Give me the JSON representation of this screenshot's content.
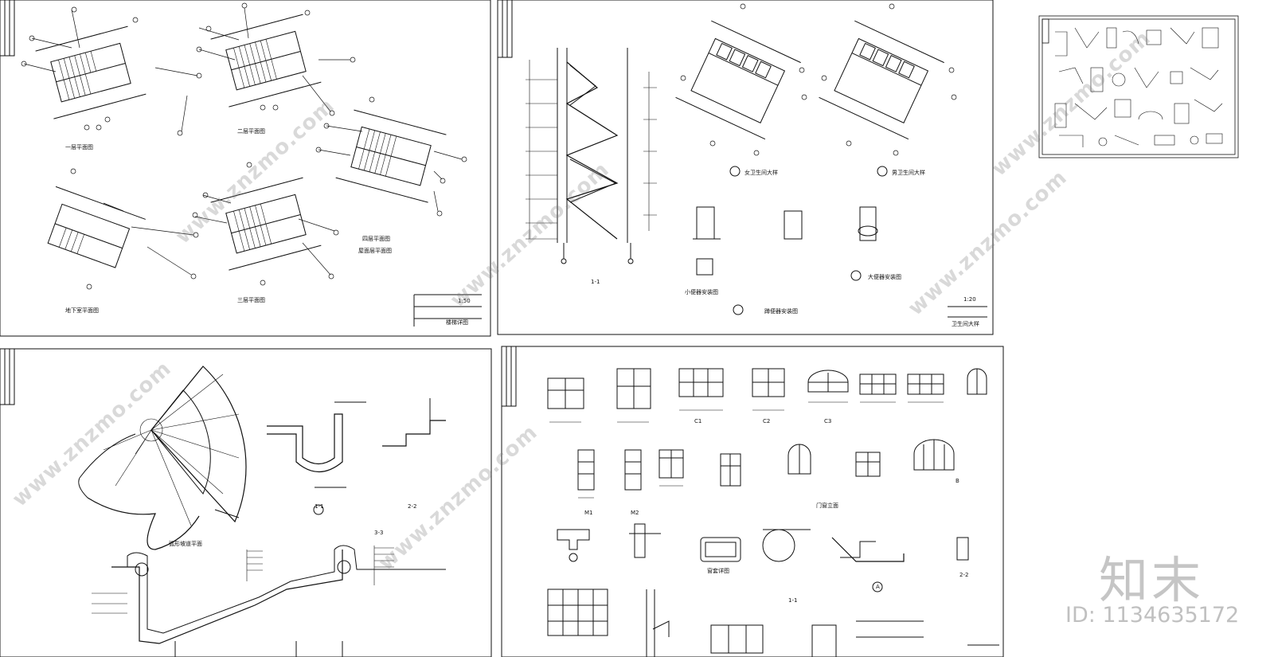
{
  "sheets": {
    "stair_plans": {
      "labels": [
        "一层平面图",
        "二层平面图",
        "三层平面图",
        "四层平面图",
        "屋面层平面图",
        "地下室平面图"
      ],
      "stamp": [
        "楼梯详图",
        "1:50"
      ]
    },
    "stair_section": {
      "labels": [
        "1-1",
        "女卫生间大样",
        "男卫生间大样",
        "蹲便器安装图",
        "小便器安装图",
        "大便器安装图"
      ],
      "stamp": [
        "卫生间大样",
        "1:20"
      ]
    },
    "ramp_details": {
      "labels": [
        "弧形坡道平面",
        "1-1",
        "2-2",
        "3-3"
      ]
    },
    "window_schedule": {
      "labels": [
        "C1",
        "C2",
        "C3",
        "M1",
        "M2",
        "门窗立面",
        "窗套详图",
        "1-1",
        "2-2",
        "A",
        "B"
      ]
    }
  },
  "watermark_text": "www.znzmo.com",
  "brand": {
    "logo": "知末",
    "id_text": "ID: 1134635172"
  }
}
